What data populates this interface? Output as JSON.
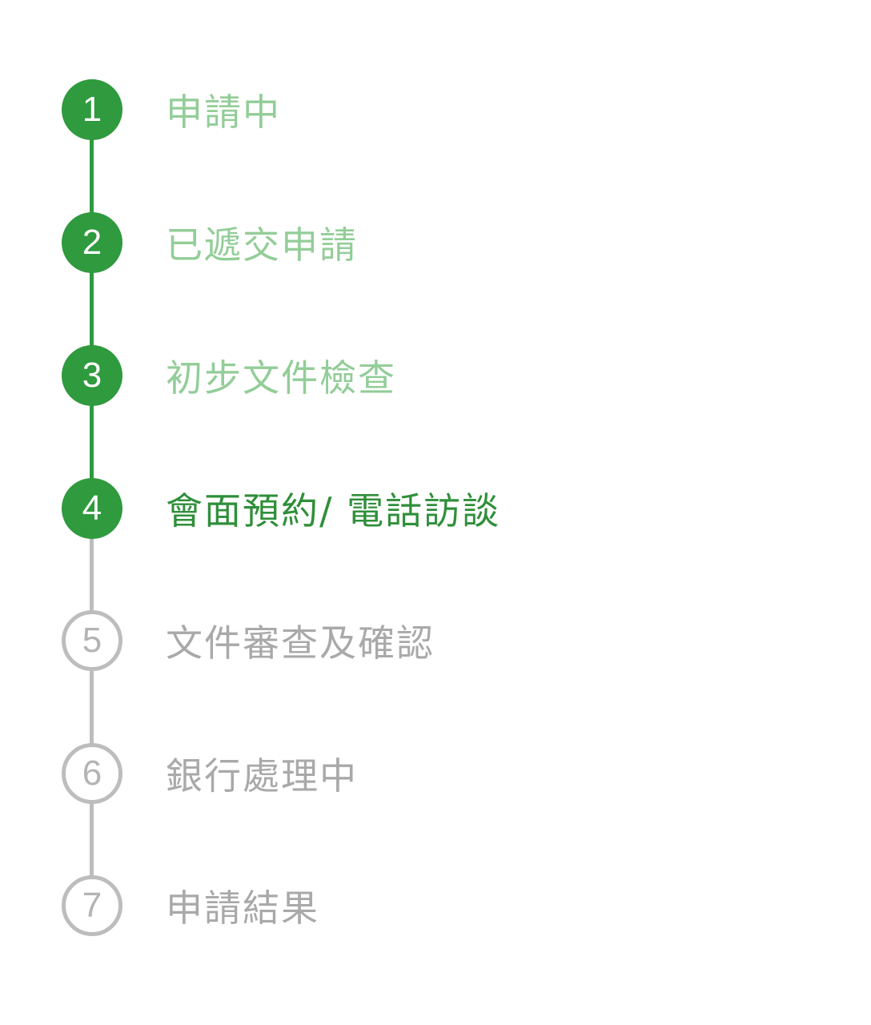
{
  "colors": {
    "complete": "#2f9a3e",
    "complete_text": "#93cd98",
    "active_text": "#2f8f3a",
    "pending": "#bdbdbd",
    "pending_text": "#a9a9a9"
  },
  "current_step": 4,
  "steps": [
    {
      "number": "1",
      "label": "申請中",
      "status": "done"
    },
    {
      "number": "2",
      "label": "已遞交申請",
      "status": "done"
    },
    {
      "number": "3",
      "label": "初步文件檢查",
      "status": "done"
    },
    {
      "number": "4",
      "label": "會面預約/ 電話訪談",
      "status": "active"
    },
    {
      "number": "5",
      "label": "文件審查及確認",
      "status": "pending"
    },
    {
      "number": "6",
      "label": "銀行處理中",
      "status": "pending"
    },
    {
      "number": "7",
      "label": "申請結果",
      "status": "pending"
    }
  ]
}
